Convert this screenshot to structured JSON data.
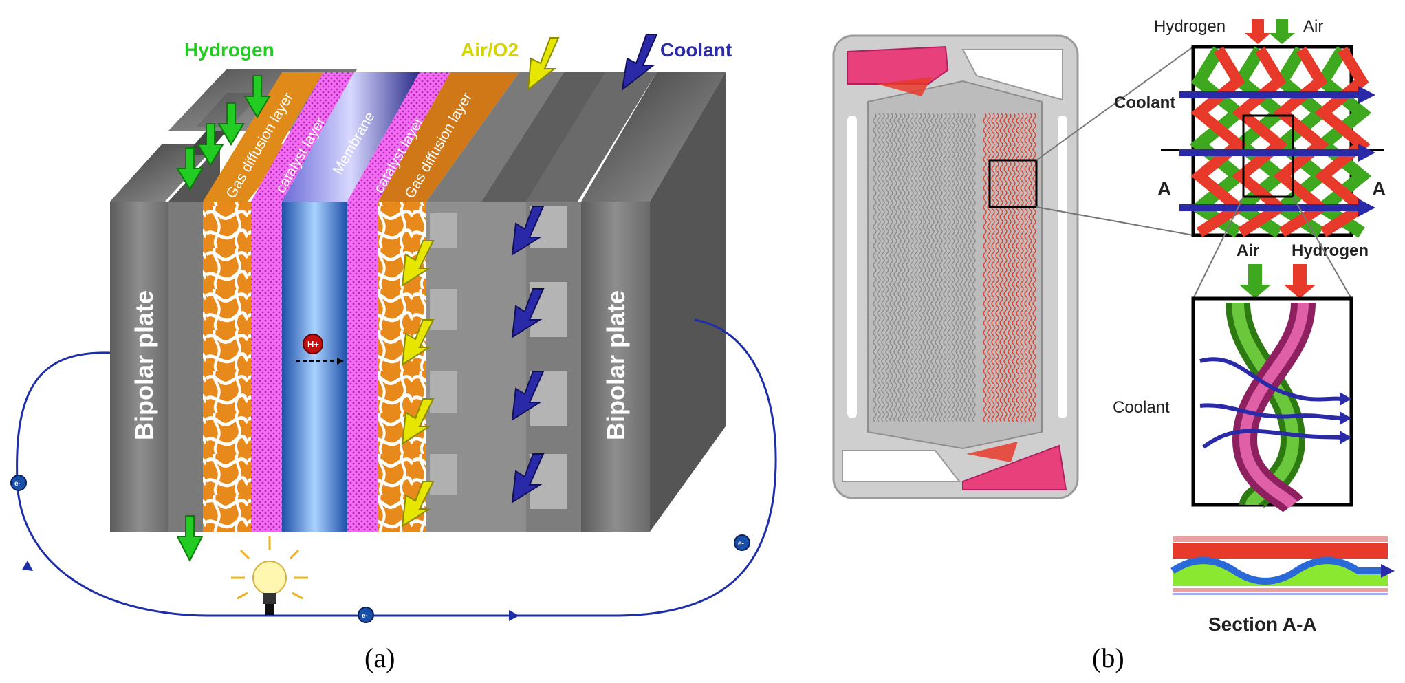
{
  "panel_a": {
    "caption": "(a)",
    "labels": {
      "hydrogen": "Hydrogen",
      "air_o2": "Air/O2",
      "coolant": "Coolant",
      "bipolar_left": "Bipolar plate",
      "bipolar_right": "Bipolar plate",
      "gdl_left": "Gas diffusion layer",
      "catalyst_left": "catalyst layer",
      "membrane": "Membrane",
      "catalyst_right": "catalyst layer",
      "gdl_right": "Gas diffusion layer",
      "proton": "H+",
      "electron": "e-"
    }
  },
  "panel_b": {
    "caption": "(b)",
    "labels": {
      "hydrogen_top": "Hydrogen",
      "air_top": "Air",
      "coolant_top": "Coolant",
      "section_mark_left": "A",
      "section_mark_right": "A",
      "air_mid": "Air",
      "hydrogen_mid": "Hydrogen",
      "coolant_bottom": "Coolant",
      "section_title": "Section A-A"
    }
  },
  "colors": {
    "hydrogen": "#22cc22",
    "air": "#d4d400",
    "coolant": "#22229a",
    "plate_gray": "#8a8a8a",
    "gdl_orange": "#e88a1a",
    "catalyst_pink": "#e040e0",
    "membrane_blue": "#5a8fd8",
    "channel_red": "#e83a2a",
    "channel_green": "#3ea81e",
    "header_pink": "#e8407a"
  }
}
